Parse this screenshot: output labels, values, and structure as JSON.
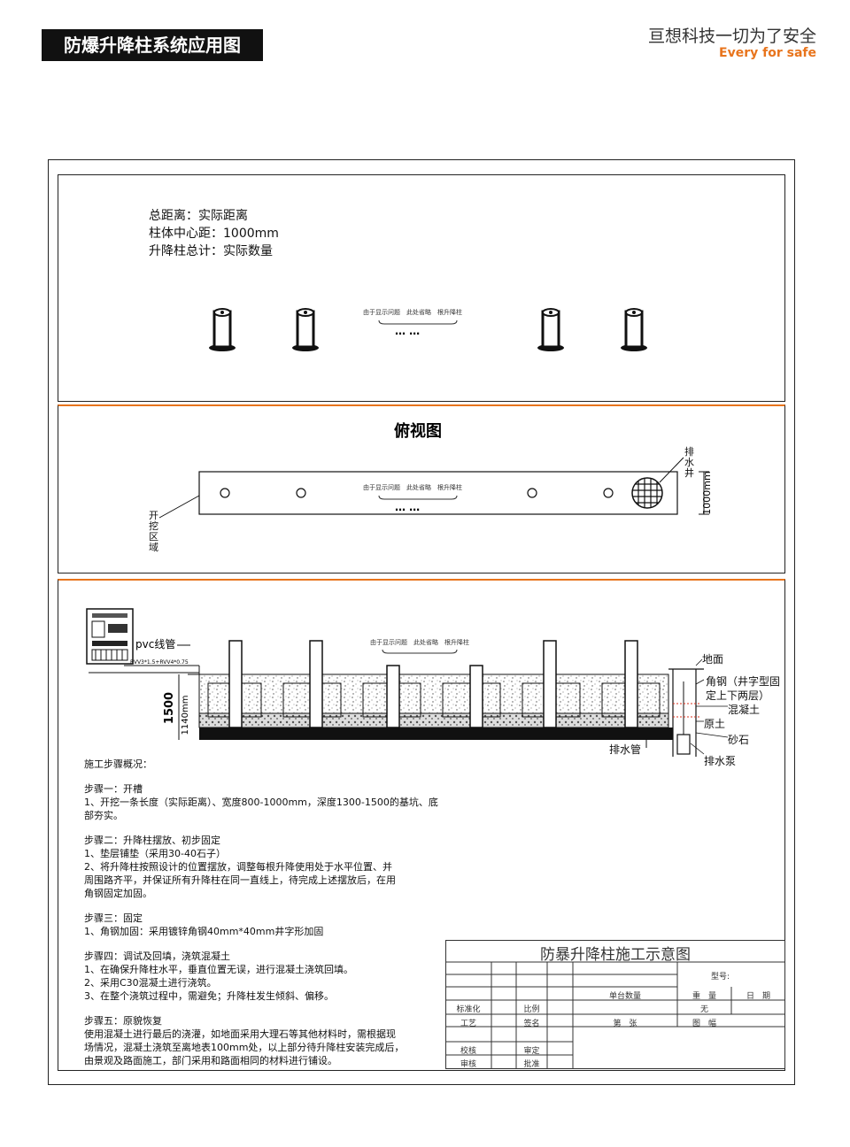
{
  "header": {
    "title": "防爆升降柱系统应用图",
    "slogan": "亘想科技一切为了安全",
    "slogan_en": "Every for safe"
  },
  "panel1": {
    "spec_lines": [
      "总距离：实际距离",
      "柱体中心距：1000mm",
      "升降柱总计：实际数量"
    ],
    "omission_note": "由于显示问题　此处省略　根升降柱",
    "dots": "…  …"
  },
  "panel2": {
    "title": "俯视图",
    "excavation_label": "开挖区域",
    "drain_well_label": "排水井",
    "width_dim": "1000mm",
    "omission_note": "由于显示问题　此处省略　根升降柱",
    "dots": "…  …"
  },
  "panel3": {
    "pvc_label": "pvc线管",
    "cable_label": "RVV3*1.5+RVV4*0.75",
    "dim_1500": "1500",
    "dim_1140": "1140mm",
    "omission_note": "由于显示问题　此处省略　根升降柱",
    "labels": {
      "ground": "地面",
      "angle_steel_1": "角钢（井字型固",
      "angle_steel_2": "定上下两层）",
      "concrete": "混凝土",
      "soil": "原土",
      "gravel": "砂石",
      "drain_pipe": "排水管",
      "drain_pump": "排水泵"
    },
    "steps": [
      "施工步骤概况：",
      "",
      "步骤一：开槽",
      "1、开挖一条长度（实际距离）、宽度800-1000mm，深度1300-1500的基坑、底部夯实。",
      "",
      "步骤二：升降柱摆放、初步固定",
      "1、垫层铺垫（采用30-40石子）",
      "2、将升降柱按照设计的位置摆放，调整每根升降使用处于水平位置、并",
      "周围路齐平，并保证所有升降柱在同一直线上，待完成上述摆放后，在用",
      "角钢固定加固。",
      "",
      "步骤三：固定",
      "1、角钢加固：采用镀锌角钢40mm*40mm井字形加固",
      "",
      "步骤四：调试及回填，浇筑混凝土",
      "1、在确保升降柱水平，垂直位置无误，进行混凝土浇筑回填。",
      "2、采用C30混凝土进行浇筑。",
      "3、在整个浇筑过程中，需避免；升降柱发生倾斜、偏移。",
      "",
      "步骤五：原貌恢复",
      " 使用混凝土进行最后的浇灌，如地面采用大理石等其他材料时，需根据现",
      "场情况，混凝土浇筑至离地表100mm处，以上部分待升降柱安装完成后，",
      "由景观及路面施工，部门采用和路面相同的材料进行铺设。"
    ]
  },
  "title_block": {
    "title": "防暴升降柱施工示意图",
    "model": "型号:",
    "unit_qty": "单台数量",
    "weight": "重　量",
    "date": "日　期",
    "standard": "标准化",
    "scale": "比例",
    "none": "无",
    "craft": "工艺",
    "sign": "签名",
    "page": "第　张",
    "sheet": "图　幅",
    "check": "校核",
    "review": "审定",
    "audit": "审核",
    "approve": "批准"
  }
}
